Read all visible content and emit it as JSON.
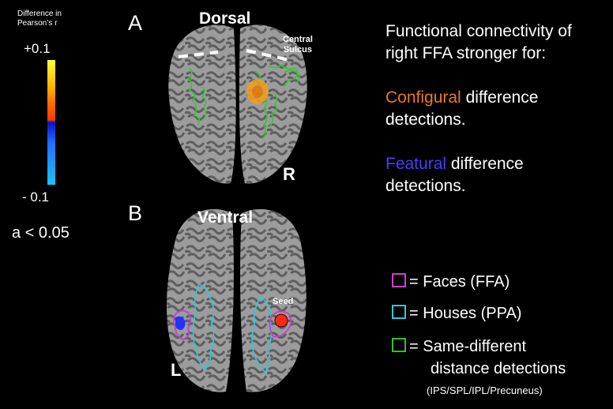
{
  "colorbar": {
    "title": "Difference in Pearson’s r",
    "max_label": "+0.1",
    "min_label": "- 0.1",
    "colors": [
      "#ffff3a",
      "#ffb000",
      "#ff6a00",
      "#ff3a00",
      "#0c10c8",
      "#1f6cff",
      "#19c5ff"
    ]
  },
  "alpha_label": "a < 0.05",
  "panel_a": {
    "letter": "A",
    "view_label": "Dorsal",
    "sulcus_label_line1": "Central",
    "sulcus_label_line2": "Sulcus",
    "side_label": "R"
  },
  "panel_b": {
    "letter": "B",
    "view_label": "Ventral",
    "seed_label": "Seed",
    "side_label": "L"
  },
  "text": {
    "line1": "Functional connectivity of",
    "line2": "right FFA stronger for:",
    "configural_word": "Configural",
    "configural_rest": " difference",
    "configural_line2": "detections.",
    "featural_word": "Featural",
    "featural_rest": " difference",
    "featural_line2": "detections.",
    "configural_color": "#e8782a",
    "featural_color": "#4a3dff"
  },
  "legend": {
    "faces": "= Faces (FFA)",
    "houses": "= Houses (PPA)",
    "same_diff_line1": "= Same-different",
    "same_diff_line2": "distance detections",
    "note": "(IPS/SPL/IPL/Precuneus)",
    "faces_color": "#d040d0",
    "houses_color": "#30c8d8",
    "same_diff_color": "#30c030"
  }
}
